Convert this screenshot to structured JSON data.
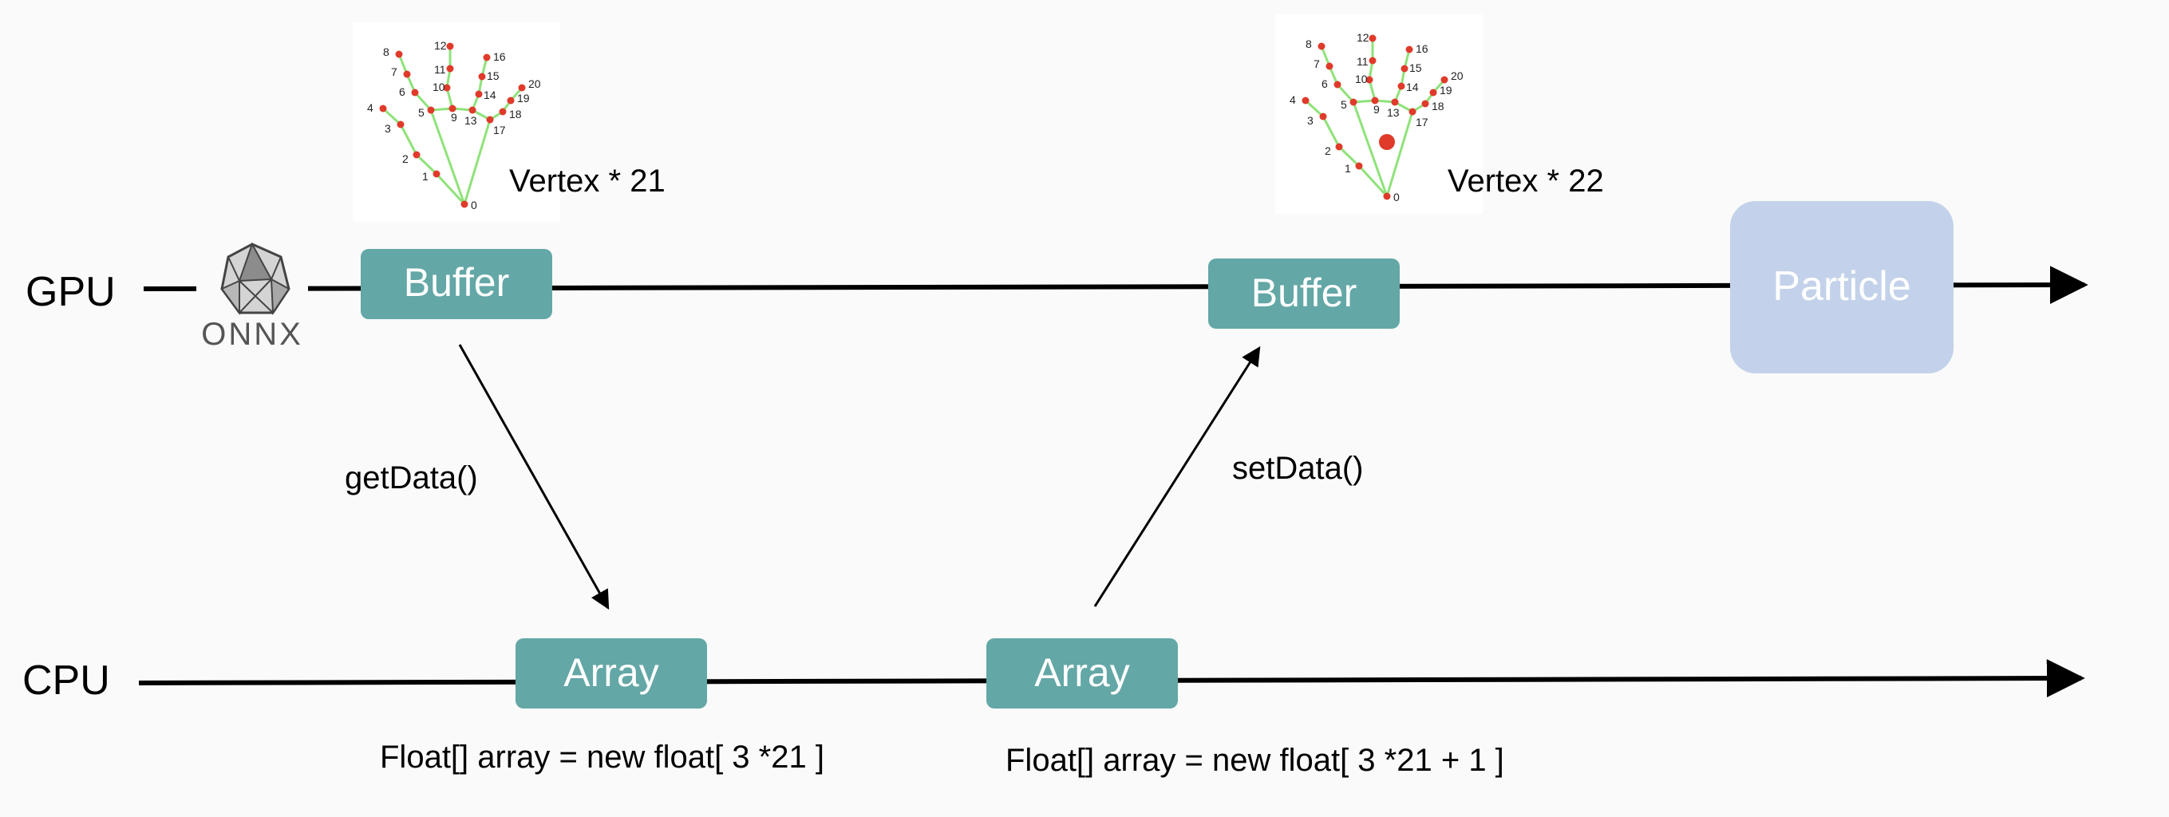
{
  "lanes": {
    "gpu": "GPU",
    "cpu": "CPU"
  },
  "nodes": {
    "gpu_buffer_1": "Buffer",
    "gpu_buffer_2": "Buffer",
    "particle": "Particle",
    "cpu_array_1": "Array",
    "cpu_array_2": "Array"
  },
  "onnx_logo": "ONNX",
  "hand_models": [
    {
      "caption": "Vertex * 21",
      "landmarks": [
        "0",
        "1",
        "2",
        "3",
        "4",
        "5",
        "6",
        "7",
        "8",
        "9",
        "10",
        "11",
        "12",
        "13",
        "14",
        "15",
        "16",
        "17",
        "18",
        "19",
        "20"
      ]
    },
    {
      "caption": "Vertex * 22",
      "landmarks": [
        "0",
        "1",
        "2",
        "3",
        "4",
        "5",
        "6",
        "7",
        "8",
        "9",
        "10",
        "11",
        "12",
        "13",
        "14",
        "15",
        "16",
        "17",
        "18",
        "19",
        "20"
      ]
    }
  ],
  "edges": {
    "get_data": "getData()",
    "set_data": "setData()"
  },
  "code": {
    "array_21": "Float[] array = new float[ 3 *21 ]",
    "array_22": "Float[] array = new float[ 3 *21 + 1 ]"
  },
  "colors": {
    "node_fill": "#63a7a6",
    "particle_fill": "#c3d2ea",
    "landmark": "#e03a2a",
    "bone": "#8fe27a",
    "line": "#000000"
  }
}
